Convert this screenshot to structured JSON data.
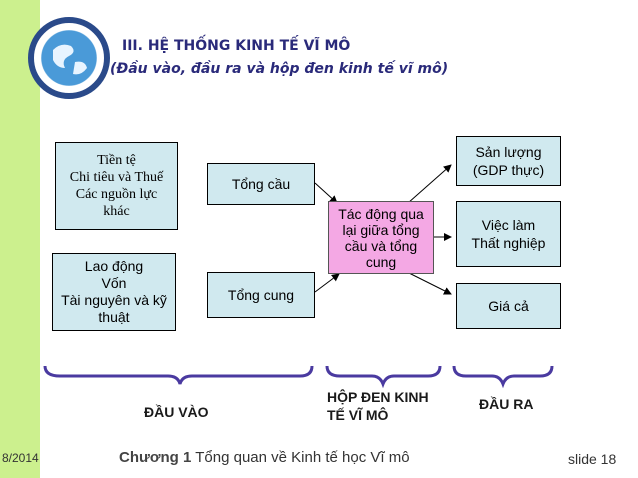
{
  "header": {
    "title": "III. HỆ THỐNG KINH TẾ VĨ MÔ",
    "subtitle": "(Đầu vào, đầu ra và hộp đen kinh tế vĩ mô)"
  },
  "diagram": {
    "inputs_top": [
      "Tiền tệ",
      "Chi tiêu và Thuế",
      "Các nguồn lực",
      "khác"
    ],
    "inputs_bottom": [
      "Lao động",
      "Vốn",
      "Tài nguyên và kỹ",
      "thuật"
    ],
    "aggregate_demand": "Tổng cầu",
    "aggregate_supply": "Tổng cung",
    "interaction": [
      "Tác động qua",
      "lại giữa tổng",
      "cầu và tổng",
      "cung"
    ],
    "output_1": [
      "Sản lượng",
      "(GDP thực)"
    ],
    "output_2": [
      "Việc làm",
      "Thất nghiệp"
    ],
    "output_3": "Giá cả"
  },
  "labels": {
    "inputs": "ĐẦU VÀO",
    "black_box": [
      "HỘP ĐEN KINH",
      "TẾ VĨ MÔ"
    ],
    "outputs": "ĐẦU RA"
  },
  "footer": {
    "date": "8/2014",
    "chapter_label": "Chương 1",
    "chapter_title": "Tổng quan về Kinh tế học Vĩ mô",
    "slide": "slide 18"
  },
  "colors": {
    "stripe": "#ccf08e",
    "box_fill": "#d0e9ef",
    "center_fill": "#f4a8e4",
    "title": "#2a2a7a",
    "brace": "#4a3aa0"
  }
}
